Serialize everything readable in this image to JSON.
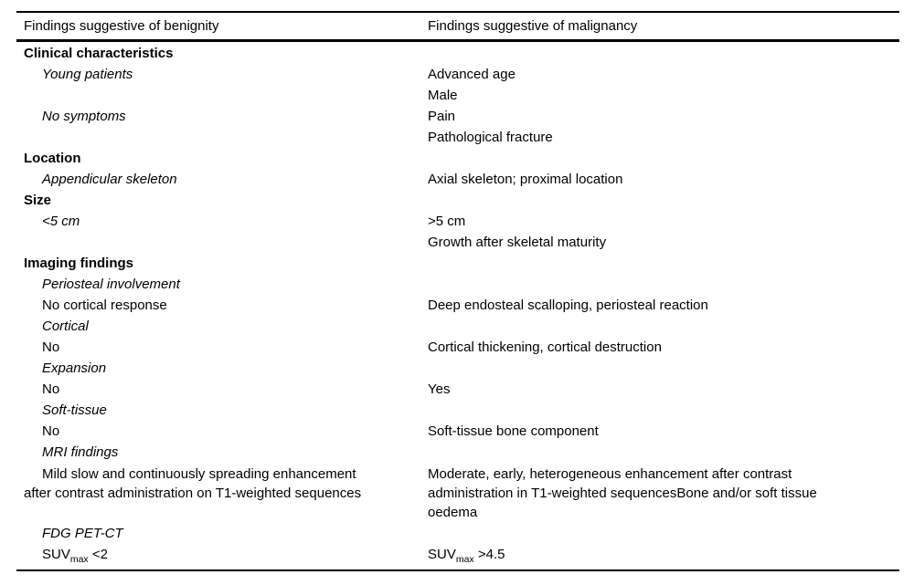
{
  "table": {
    "header": {
      "left": "Findings suggestive of benignity",
      "right": "Findings suggestive of malignancy"
    },
    "rows": [
      {
        "left": "Clinical characteristics",
        "right": ""
      },
      {
        "left": "Young patients",
        "right": "Advanced age"
      },
      {
        "left": "",
        "right": "Male"
      },
      {
        "left": "No symptoms",
        "right": "Pain"
      },
      {
        "left": "",
        "right": "Pathological fracture"
      },
      {
        "left": "Location",
        "right": ""
      },
      {
        "left": "Appendicular skeleton",
        "right": "Axial skeleton; proximal location"
      },
      {
        "left": "Size",
        "right": ""
      },
      {
        "left": "<5 cm",
        "right": ">5 cm"
      },
      {
        "left": "",
        "right": "Growth after skeletal maturity"
      },
      {
        "left": "Imaging findings",
        "right": ""
      },
      {
        "left": "Periosteal involvement",
        "right": ""
      },
      {
        "left": "No cortical response",
        "right": "Deep endosteal scalloping, periosteal reaction"
      },
      {
        "left": "Cortical",
        "right": ""
      },
      {
        "left": "No",
        "right": "Cortical thickening, cortical destruction"
      },
      {
        "left": "Expansion",
        "right": ""
      },
      {
        "left": "No",
        "right": "Yes"
      },
      {
        "left": "Soft-tissue",
        "right": ""
      },
      {
        "left": "No",
        "right": "Soft-tissue bone component"
      },
      {
        "left": "MRI findings",
        "right": ""
      },
      {
        "left": "Mild slow and continuously spreading enhancement\nafter contrast administration on T1-weighted sequences",
        "right": "Moderate, early, heterogeneous enhancement after contrast\nadministration in T1-weighted sequencesBone and/or soft tissue\noedema"
      },
      {
        "left": "FDG PET-CT",
        "right": ""
      },
      {
        "left_suv": {
          "prefix": "SUV",
          "sub": "max",
          "rest": " <2"
        },
        "right_suv": {
          "prefix": "SUV",
          "sub": "max",
          "rest": " >4.5"
        }
      }
    ]
  }
}
